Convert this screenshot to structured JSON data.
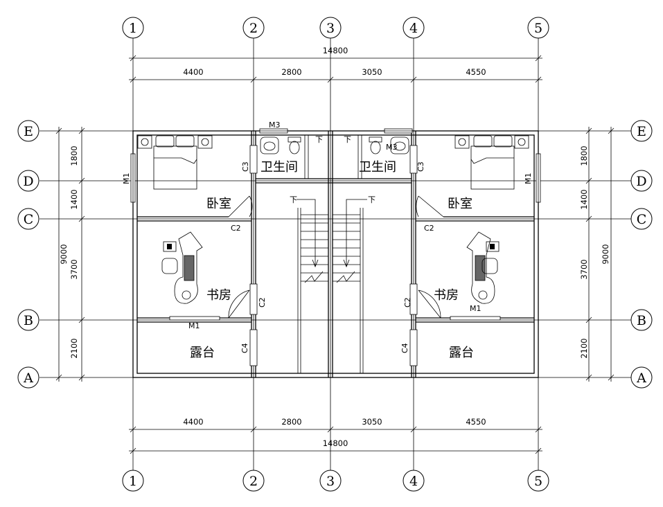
{
  "axes_top": [
    "1",
    "2",
    "3",
    "4",
    "5"
  ],
  "axes_side": [
    "E",
    "D",
    "C",
    "B",
    "A"
  ],
  "dims_h": {
    "total": "14800",
    "segments": [
      "4400",
      "2800",
      "3050",
      "4550"
    ]
  },
  "dims_v": {
    "total": "9000",
    "segments": [
      "1800",
      "1400",
      "3700",
      "2100"
    ]
  },
  "rooms": {
    "bath_left": "卫生间",
    "bath_right": "卫生间",
    "bed_left": "卧室",
    "bed_right": "卧室",
    "study_left": "书房",
    "study_right": "书房",
    "terrace_left": "露台",
    "terrace_right": "露台"
  },
  "openings": {
    "m3_left": "M3",
    "m3_right": "M3",
    "m1_left_side": "M1",
    "m1_right_side": "M1",
    "m1_left_bottom": "M1",
    "m1_right_bottom": "M1",
    "c3_left": "C3",
    "c3_right": "C3",
    "c2_left_bed": "C2",
    "c2_right_bed": "C2",
    "c2_left_study": "C2",
    "c2_right_study": "C2",
    "c4_left": "C4",
    "c4_right": "C4"
  },
  "stairs": {
    "down_left": "下",
    "down_right": "下",
    "down_bath_left": "下",
    "down_bath_right": "下"
  }
}
